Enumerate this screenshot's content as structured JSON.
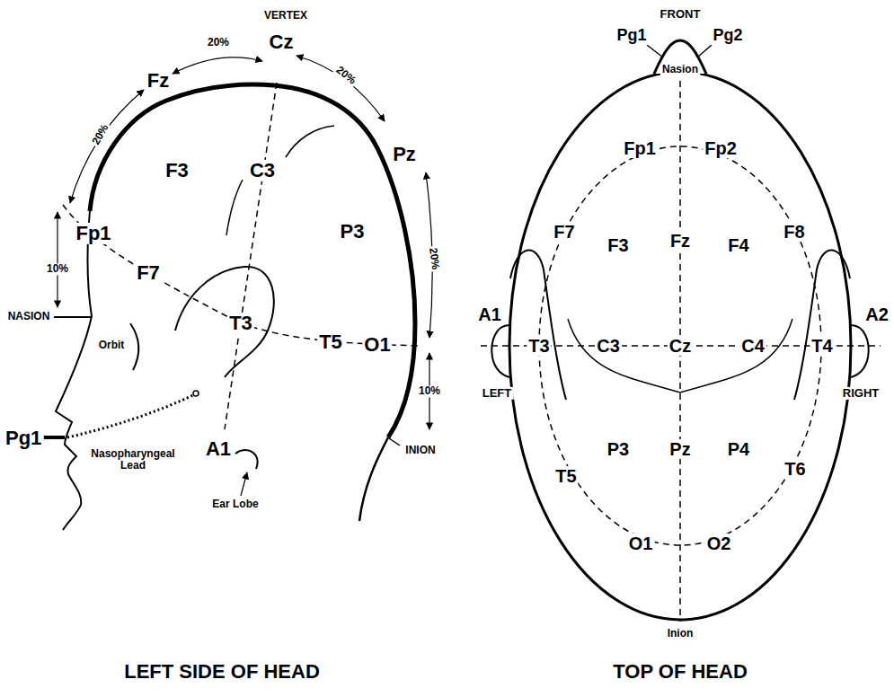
{
  "diagram": {
    "labels": [
      "VERTEX",
      "20%",
      "Fz",
      "Cz",
      "20%",
      "20%",
      "F3",
      "C3",
      "Pz",
      "P3",
      "20%",
      "Fp1",
      "10%",
      "NASION",
      "F7",
      "Orbit",
      "T3",
      "T5",
      "O1",
      "10%",
      "INION",
      "Pg1",
      "Nasopharyngeal Lead",
      "A1",
      "Ear Lobe",
      "LEFT SIDE OF HEAD",
      "FRONT",
      "Pg1",
      "Pg2",
      "Nasion",
      "Fp1",
      "Fp2",
      "F7",
      "F3",
      "Fz",
      "F4",
      "F8",
      "A1",
      "T3",
      "C3",
      "Cz",
      "C4",
      "T4",
      "A2",
      "LEFT",
      "RIGHT",
      "P3",
      "Pz",
      "P4",
      "T5",
      "T6",
      "O1",
      "O2",
      "Inion",
      "TOP OF HEAD"
    ]
  }
}
